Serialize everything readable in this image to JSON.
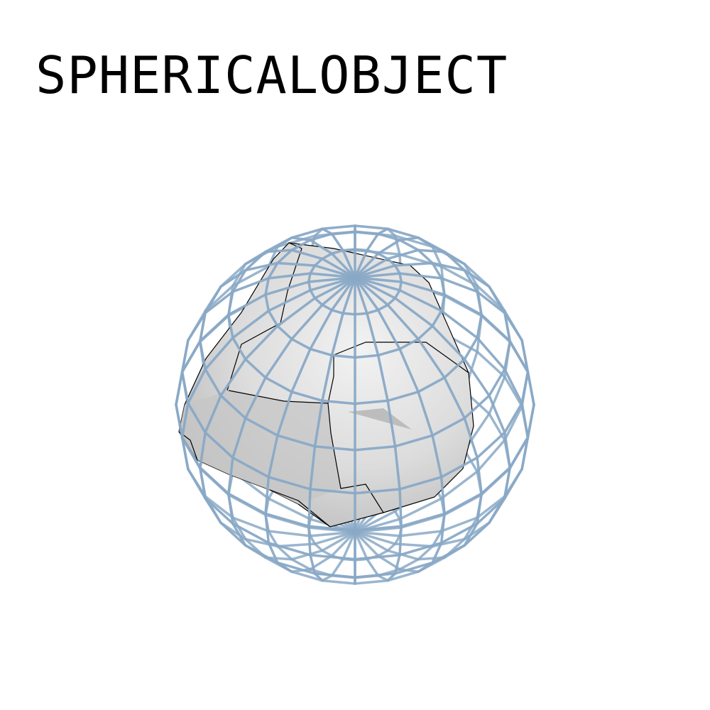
{
  "figure": {
    "title": "SPHERICALOBJECT"
  },
  "colors": {
    "wireframe": "#89a9c6",
    "object_fill_light": "#e6e6e6",
    "object_fill_shade": "#bdbdbd",
    "object_outline": "#000000",
    "title_text": "#000000",
    "background": "#ffffff"
  },
  "wireframe_sphere": {
    "shape": "sphere",
    "latitude_rings": 12,
    "longitude_lines": 24,
    "style": "wireframe"
  },
  "inner_object": {
    "shape": "irregular polyhedron",
    "style": "shaded solid"
  }
}
